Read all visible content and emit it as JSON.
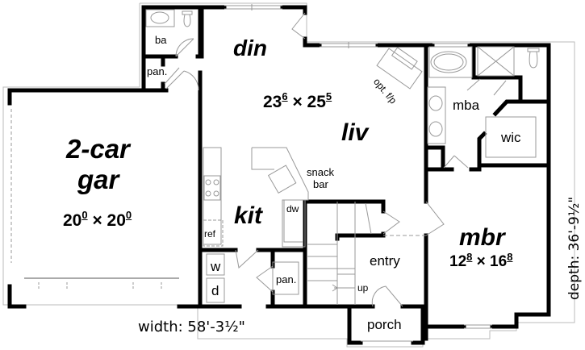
{
  "plan": {
    "overall": {
      "width_label": "width: 58'-3½\"",
      "depth_label": "depth: 36'-9½\""
    },
    "rooms": {
      "garage": {
        "name_line1": "2-car",
        "name_line2": "gar",
        "dim_w": "20",
        "dim_w_in": "0",
        "dim_x": "×",
        "dim_d": "20",
        "dim_d_in": "0"
      },
      "dining": {
        "name": "din"
      },
      "living": {
        "name": "liv",
        "dim_w": "23",
        "dim_w_in": "6",
        "dim_x": "×",
        "dim_d": "25",
        "dim_d_in": "5"
      },
      "kitchen": {
        "name": "kit"
      },
      "master_bedroom": {
        "name": "mbr",
        "dim_w": "12",
        "dim_w_in": "8",
        "dim_x": "×",
        "dim_d": "16",
        "dim_d_in": "8"
      },
      "master_bath": {
        "name": "mba"
      },
      "walk_in_closet": {
        "name": "wic"
      },
      "bath": {
        "name": "ba"
      },
      "pantry_upper": {
        "name": "pan."
      },
      "pantry_lower": {
        "name": "pan."
      },
      "entry": {
        "name": "entry"
      },
      "porch": {
        "name": "porch"
      }
    },
    "fixtures": {
      "fireplace": "opt. f/p",
      "snack_bar_line1": "snack",
      "snack_bar_line2": "bar",
      "dishwasher": "dw",
      "refrigerator": "ref",
      "washer": "w",
      "dryer": "d",
      "stairs": "up"
    }
  }
}
